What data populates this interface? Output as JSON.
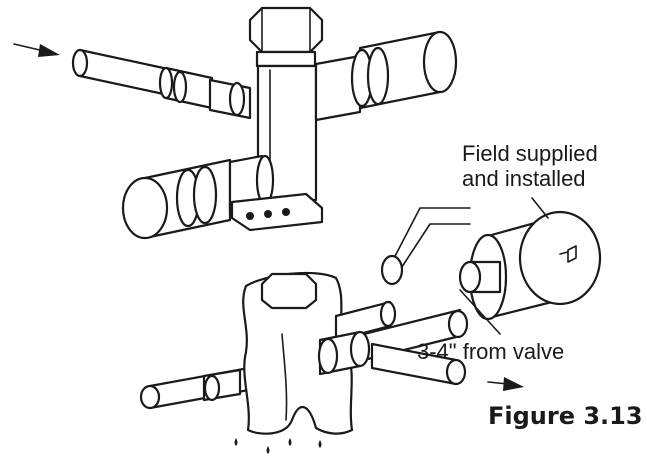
{
  "callouts": {
    "field_line1": "Field supplied",
    "field_line2": "and installed",
    "distance": "3-4\" from valve"
  },
  "figure_label": "Figure 3.13"
}
